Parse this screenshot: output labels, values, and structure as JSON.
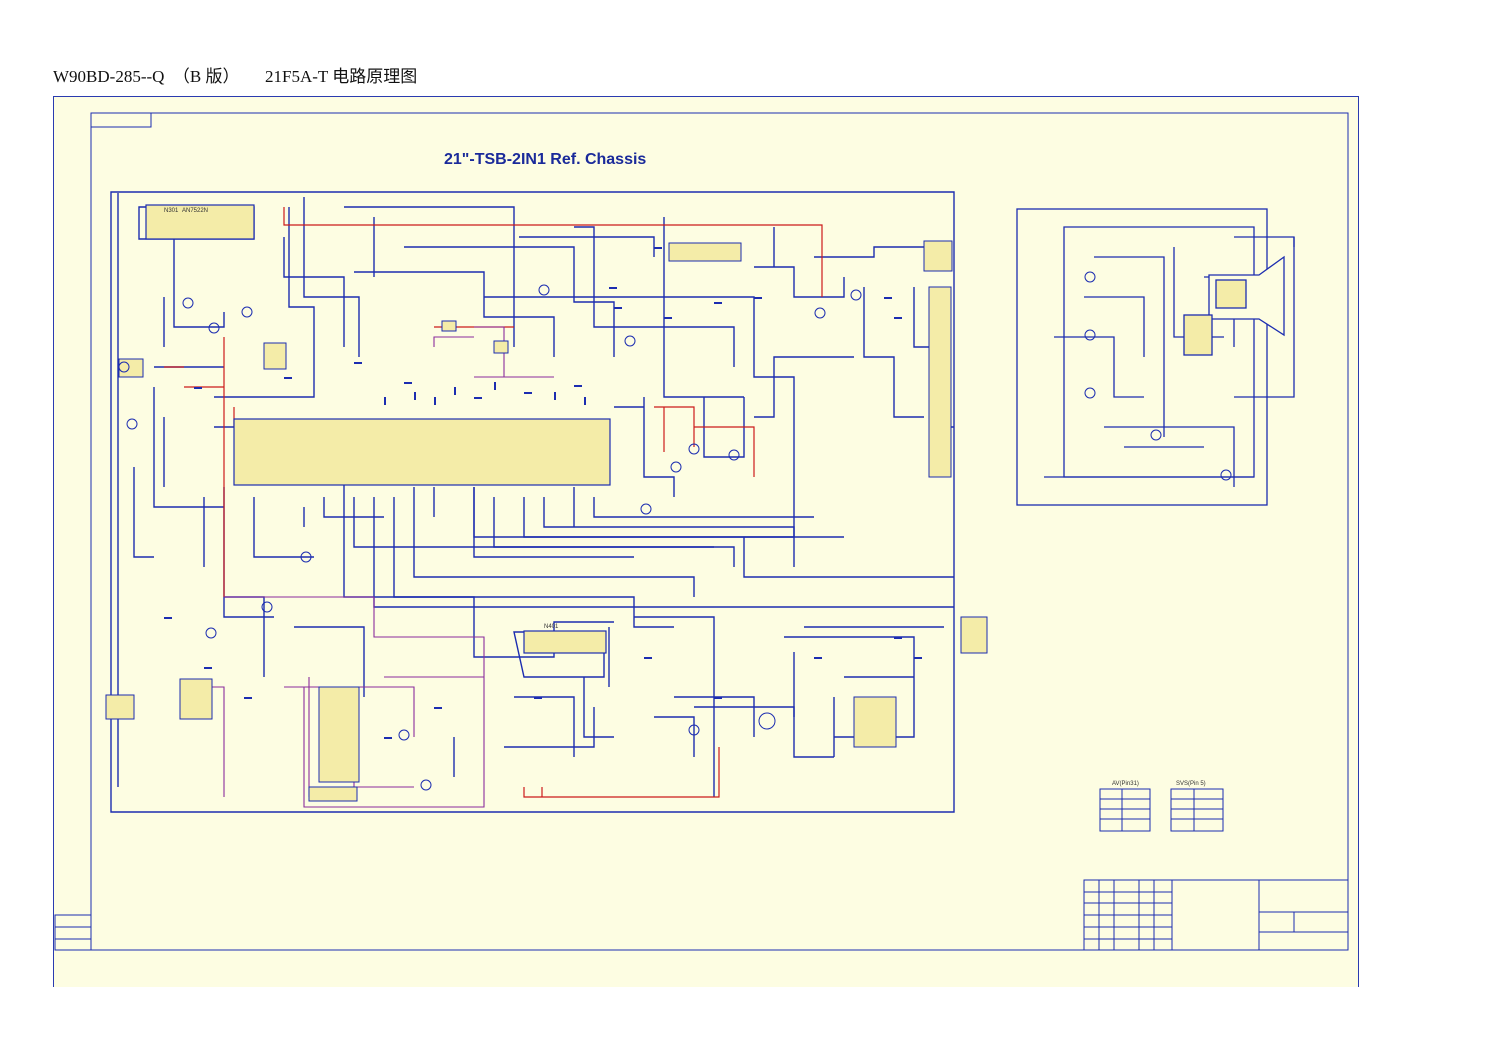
{
  "document": {
    "header_title": "W90BD-285--Q  （B 版）      21F5A-T 电路原理图"
  },
  "schematic": {
    "chassis_title": "21\"-TSB-2IN1 Ref. Chassis",
    "ic_n301_label": "N301",
    "ic_n301_part": "AN7522N",
    "ic_n401_label": "N401",
    "table_av_header": "AV(Pin31)",
    "table_svs_header": "SVS(Pin 5)",
    "colors": {
      "wire_blue": "#1c2db0",
      "wire_red": "#cc1b1b",
      "wire_purple": "#8b2c9c",
      "ic_fill": "#f4eca8",
      "paper": "#fdfde2"
    }
  }
}
